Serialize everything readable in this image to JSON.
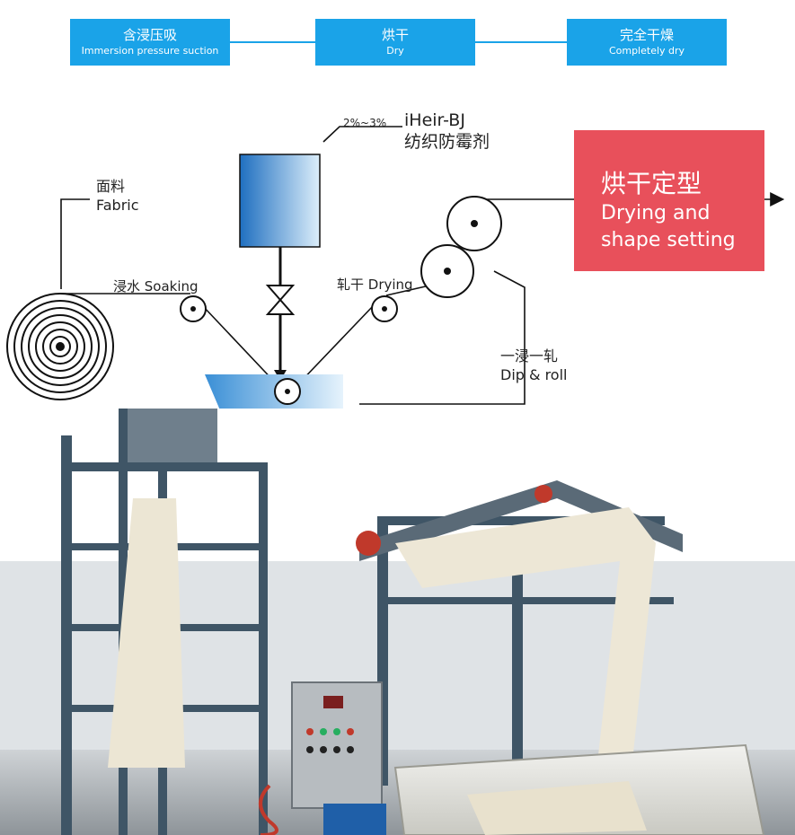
{
  "steps": [
    {
      "zh": "含浸压吸",
      "en": "Immersion pressure suction"
    },
    {
      "zh": "烘干",
      "en": "Dry"
    },
    {
      "zh": "完全干燥",
      "en": "Completely dry"
    }
  ],
  "diagram": {
    "concentration": "2%~3%",
    "product_name": "iHeir-BJ",
    "product_zh": "纺织防霉剂",
    "fabric_zh": "面料",
    "fabric_en": "Fabric",
    "soaking": "浸水 Soaking",
    "drying": "轧干 Drying",
    "dip_zh": "一浸一轧",
    "dip_en": "Dip & roll"
  },
  "banner": {
    "zh": "烘干定型",
    "en_line1": "Drying and",
    "en_line2": "shape setting"
  },
  "colors": {
    "step_blue": "#1aa3e8",
    "banner_red": "#e8505b",
    "frame_steel": "#3f5566"
  }
}
